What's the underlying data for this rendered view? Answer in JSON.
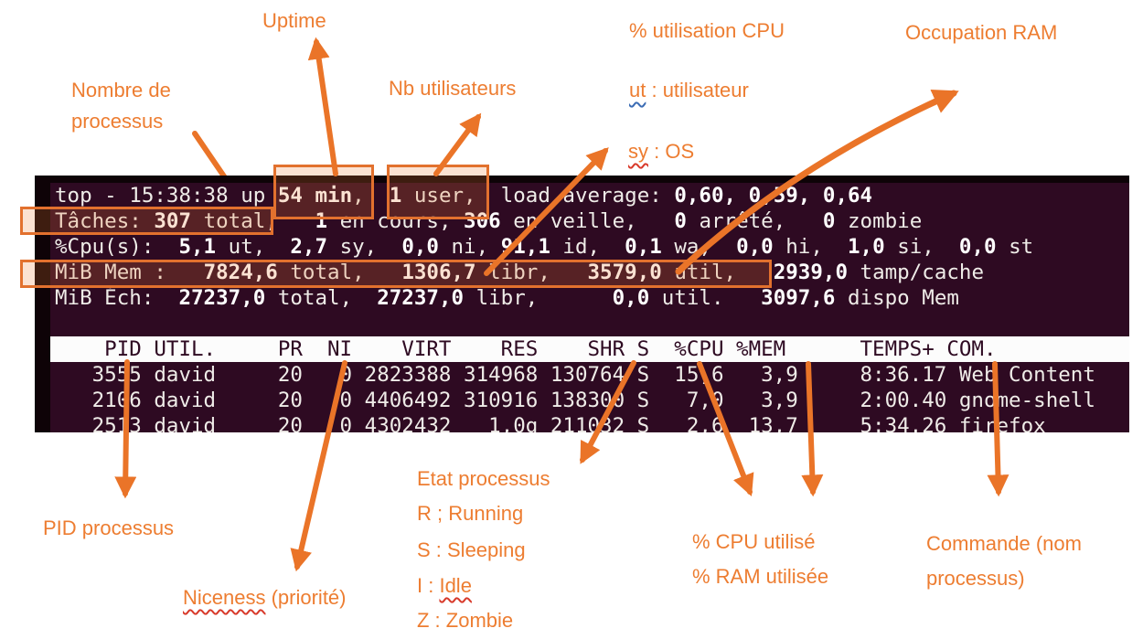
{
  "colors": {
    "accent_orange": "#ED7D31",
    "arrow_orange": "#EA7428",
    "terminal_bg": "#2E0A22",
    "terminal_border": "#0E0307",
    "terminal_text": "#EFECE8",
    "terminal_bold": "#FFFFFF",
    "header_bg": "#FCFCFC"
  },
  "annotations": {
    "uptime": "Uptime",
    "nombre_processus": "Nombre de\nprocessus",
    "nb_utilisateurs": "Nb utilisateurs",
    "pct_utilisation_cpu": "% utilisation CPU",
    "ut_label": {
      "head": "ut",
      "rest": " : utilisateur"
    },
    "sy_label": {
      "head": "sy",
      "rest": " : OS"
    },
    "occupation_ram": "Occupation RAM",
    "pid_processus": "PID processus",
    "niceness": {
      "head": "Niceness",
      "rest": " (priorité)"
    },
    "etat_processus": "Etat processus",
    "etat_r": "R ; Running",
    "etat_s": "S : Sleeping",
    "etat_i": {
      "head": "I : ",
      "idle": "Idle"
    },
    "etat_z": "Z : Zombie",
    "pct_cpu_utilise": "% CPU utilisé",
    "pct_ram_utilisee": "% RAM utilisée",
    "commande": "Commande (nom\nprocessus)"
  },
  "terminal": {
    "summary_lines": [
      {
        "segments": [
          {
            "t": "top - 15:38:38 up ",
            "b": false
          },
          {
            "t": "54 min",
            "b": true
          },
          {
            "t": ",  ",
            "b": false
          },
          {
            "t": "1 ",
            "b": true
          },
          {
            "t": "user,  load average: ",
            "b": false
          },
          {
            "t": "0,60, 0,59, 0,64",
            "b": true
          }
        ]
      },
      {
        "segments": [
          {
            "t": "Tâches: ",
            "b": false
          },
          {
            "t": "307 ",
            "b": true
          },
          {
            "t": "total,   ",
            "b": false
          },
          {
            "t": "1 ",
            "b": true
          },
          {
            "t": "en cours, ",
            "b": false
          },
          {
            "t": "306 ",
            "b": true
          },
          {
            "t": "en veille,   ",
            "b": false
          },
          {
            "t": "0 ",
            "b": true
          },
          {
            "t": "arrêté,   ",
            "b": false
          },
          {
            "t": "0 ",
            "b": true
          },
          {
            "t": "zombie",
            "b": false
          }
        ]
      },
      {
        "segments": [
          {
            "t": "%Cpu(s):  ",
            "b": false
          },
          {
            "t": "5,1 ",
            "b": true
          },
          {
            "t": "ut,  ",
            "b": false
          },
          {
            "t": "2,7 ",
            "b": true
          },
          {
            "t": "sy,  ",
            "b": false
          },
          {
            "t": "0,0 ",
            "b": true
          },
          {
            "t": "ni, ",
            "b": false
          },
          {
            "t": "91,1 ",
            "b": true
          },
          {
            "t": "id,  ",
            "b": false
          },
          {
            "t": "0,1 ",
            "b": true
          },
          {
            "t": "wa,  ",
            "b": false
          },
          {
            "t": "0,0 ",
            "b": true
          },
          {
            "t": "hi,  ",
            "b": false
          },
          {
            "t": "1,0 ",
            "b": true
          },
          {
            "t": "si,  ",
            "b": false
          },
          {
            "t": "0,0 ",
            "b": true
          },
          {
            "t": "st",
            "b": false
          }
        ]
      },
      {
        "segments": [
          {
            "t": "MiB Mem :   ",
            "b": false
          },
          {
            "t": "7824,6 ",
            "b": true
          },
          {
            "t": "total,   ",
            "b": false
          },
          {
            "t": "1306,7 ",
            "b": true
          },
          {
            "t": "libr,   ",
            "b": false
          },
          {
            "t": "3579,0 ",
            "b": true
          },
          {
            "t": "util,   ",
            "b": false
          },
          {
            "t": "2939,0 ",
            "b": true
          },
          {
            "t": "tamp/cache",
            "b": false
          }
        ]
      },
      {
        "segments": [
          {
            "t": "MiB Éch:  ",
            "b": false
          },
          {
            "t": "27237,0 ",
            "b": true
          },
          {
            "t": "total,  ",
            "b": false
          },
          {
            "t": "27237,0 ",
            "b": true
          },
          {
            "t": "libr,      ",
            "b": false
          },
          {
            "t": "0,0 ",
            "b": true
          },
          {
            "t": "util.   ",
            "b": false
          },
          {
            "t": "3097,6 ",
            "b": true
          },
          {
            "t": "dispo Mem",
            "b": false
          }
        ]
      }
    ],
    "header": "    PID UTIL.     PR  NI    VIRT    RES    SHR S  %CPU %MEM      TEMPS+ COM.",
    "process_rows": [
      "   3555 david     20   0 2823388 314968 130764 S  15,6   3,9     8:36.17 Web Content",
      "   2106 david     20   0 4406492 310916 138300 S   7,0   3,9     2:00.40 gnome-shell",
      "   2513 david     20   0 4302432   1,0g 211032 S   2,6  13,7     5:34.26 firefox"
    ]
  }
}
